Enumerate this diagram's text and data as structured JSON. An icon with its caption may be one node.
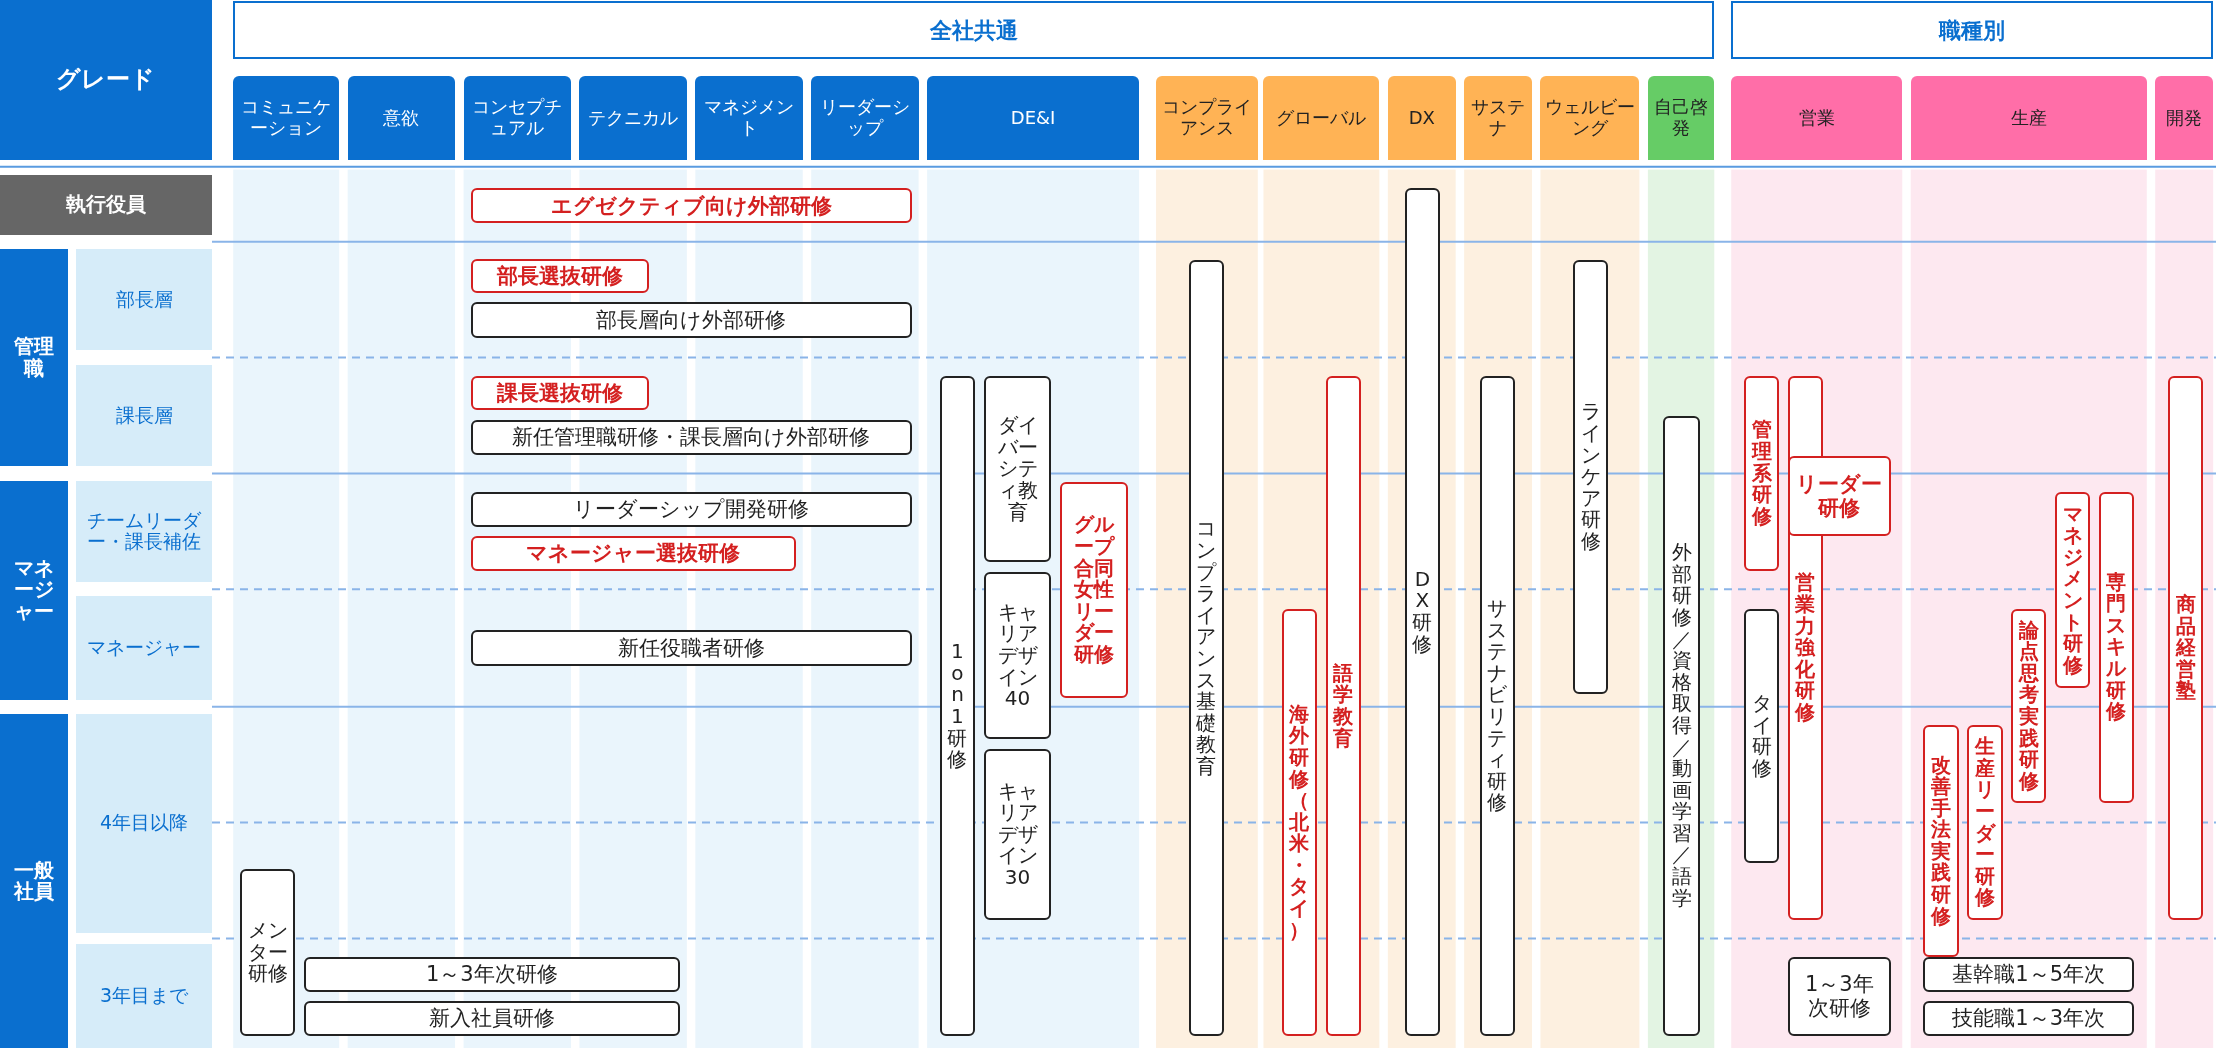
{
  "diagram": {
    "nodes": [
      {
        "text": [
          "全社共通"
        ]
      },
      {
        "text": [
          "職種別"
        ]
      },
      {
        "text": [
          "グレード"
        ]
      },
      {
        "text": [
          "コミュニケーション"
        ]
      },
      {
        "text": [
          "意欲"
        ]
      },
      {
        "text": [
          "コンセプチュアル"
        ]
      },
      {
        "text": [
          "テクニカル"
        ]
      },
      {
        "text": [
          "マネジメント"
        ]
      },
      {
        "text": [
          "リーダーシップ"
        ]
      },
      {
        "text": [
          "DE&I"
        ]
      },
      {
        "text": [
          "コンプライアンス"
        ]
      },
      {
        "text": [
          "グローバル"
        ]
      },
      {
        "text": [
          "DX"
        ]
      },
      {
        "text": [
          "サステナ"
        ]
      },
      {
        "text": [
          "ウェルビーング"
        ]
      },
      {
        "text": [
          "自己啓発"
        ]
      },
      {
        "text": [
          "営業"
        ]
      },
      {
        "text": [
          "生産"
        ]
      },
      {
        "text": [
          "開発"
        ]
      },
      {
        "text": [
          "執行役員"
        ]
      },
      {
        "text": [
          "管理職"
        ]
      },
      {
        "text": [
          "部長層"
        ]
      },
      {
        "text": [
          "課長層"
        ]
      },
      {
        "text": [
          "マネージャー"
        ]
      },
      {
        "text": [
          "チームリーダー・課長補佐"
        ]
      },
      {
        "text": [
          "マネージャー"
        ]
      },
      {
        "text": [
          "一般社員"
        ]
      },
      {
        "text": [
          "4年目以降"
        ]
      },
      {
        "text": [
          "3年目まで"
        ]
      },
      {
        "text": [
          "エグゼクティブ向け外部研修"
        ]
      },
      {
        "text": [
          "部長選抜研修"
        ]
      },
      {
        "text": [
          "部長層向け外部研修"
        ]
      },
      {
        "text": [
          "課長選抜研修"
        ]
      },
      {
        "text": [
          "新任管理職研修・課長層向け外部研修"
        ]
      },
      {
        "text": [
          "リーダーシップ開発研修"
        ]
      },
      {
        "text": [
          "マネージャー選抜研修"
        ]
      },
      {
        "text": [
          "新任役職者研修"
        ]
      },
      {
        "text": [
          "メンター研修"
        ]
      },
      {
        "text": [
          "1～3年次研修"
        ]
      },
      {
        "text": [
          "新入社員研修"
        ]
      },
      {
        "text": [
          "1on1研修"
        ]
      },
      {
        "text": [
          "ダイバーシティ教育"
        ]
      },
      {
        "text": [
          "キャリアデザイン40"
        ]
      },
      {
        "text": [
          "キャリアデザイン30"
        ]
      },
      {
        "text": [
          "グループ合同女性リーダー研修"
        ]
      },
      {
        "text": [
          "コンプライアンス基礎教育"
        ]
      },
      {
        "text": [
          "海外研修（北米・タイ）"
        ]
      },
      {
        "text": [
          "語学教育"
        ]
      },
      {
        "text": [
          "DX研修"
        ]
      },
      {
        "text": [
          "サステナビリティ研修"
        ]
      },
      {
        "text": [
          "ラインケア研修"
        ]
      },
      {
        "text": [
          "外部研修／資格取得／動画学習／語学"
        ]
      },
      {
        "text": [
          "管理系研修"
        ]
      },
      {
        "text": [
          "営業力強化研修"
        ]
      },
      {
        "text": [
          "リーダー研修"
        ]
      },
      {
        "text": [
          "タイ研修"
        ]
      },
      {
        "text": [
          "1～3年次研修"
        ]
      },
      {
        "text": [
          "改善手法実践研修"
        ]
      },
      {
        "text": [
          "生産リーダー研修"
        ]
      },
      {
        "text": [
          "論点思考実践研修"
        ]
      },
      {
        "text": [
          "マネジメント研修"
        ]
      },
      {
        "text": [
          "専門スキル研修"
        ]
      },
      {
        "text": [
          "基幹職1～5年次"
        ]
      },
      {
        "text": [
          "技能職1～3年次"
        ]
      },
      {
        "text": [
          "商品経営塾"
        ]
      }
    ]
  }
}
